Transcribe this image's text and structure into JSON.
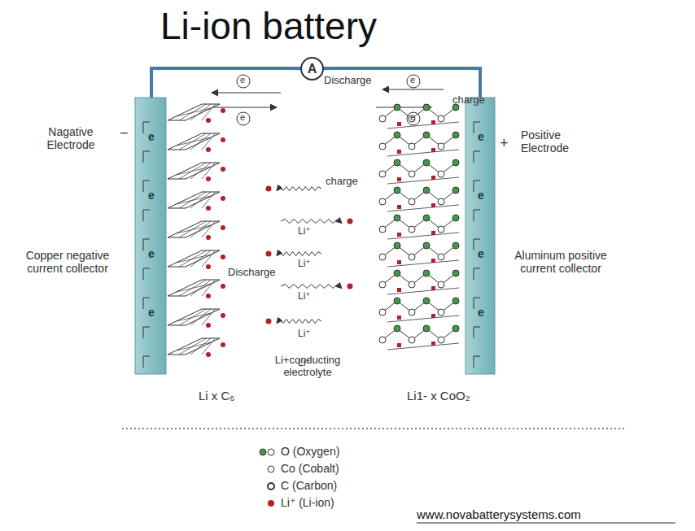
{
  "diagram": {
    "title": "Li-ion battery",
    "nodes": [
      {
        "text": [
          "A"
        ]
      }
    ],
    "labels": [
      "Nagative Electrode",
      "–",
      "charge",
      "Discharge",
      "e",
      "e",
      "e",
      "e",
      "+",
      "Positive Electrode",
      "charge",
      "Li⁺",
      "Li⁺",
      "Discharge",
      "Li⁺",
      "Li⁺",
      "Li⁺",
      "Copper negative current collector",
      "Aluminum positive current collector",
      "Li+conducting electrolyte",
      "Li x C₆",
      "Li1- x CoO₂",
      "e",
      "e",
      "e",
      "e",
      "e",
      "e",
      "e",
      "e",
      "www.novabatterysystems.com"
    ],
    "legend": [
      {
        "text": "O (Oxygen)"
      },
      {
        "text": "Co (Cobalt)"
      },
      {
        "text": "C (Carbon)"
      },
      {
        "text": "Li⁺ (Li-ion)",
        "color": "#b3202a"
      }
    ]
  }
}
